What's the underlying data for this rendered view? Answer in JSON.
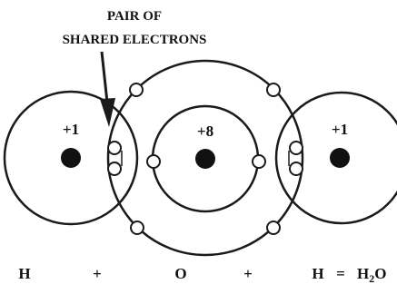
{
  "annotation": {
    "line1": "PAIR OF",
    "line2": "SHARED ELECTRONS"
  },
  "atoms": {
    "left": {
      "charge": "+1"
    },
    "center": {
      "charge": "+8"
    },
    "right": {
      "charge": "+1"
    }
  },
  "equation": {
    "h_left": "H",
    "plus_1": "+",
    "o": "O",
    "plus_2": "+",
    "h_right": "H",
    "equals": "=",
    "product_main": "H",
    "product_sub": "2",
    "product_tail": "O"
  },
  "colors": {
    "line": "#1a1a1a",
    "nucleus": "#111111",
    "electron_fill": "#ffffff"
  }
}
